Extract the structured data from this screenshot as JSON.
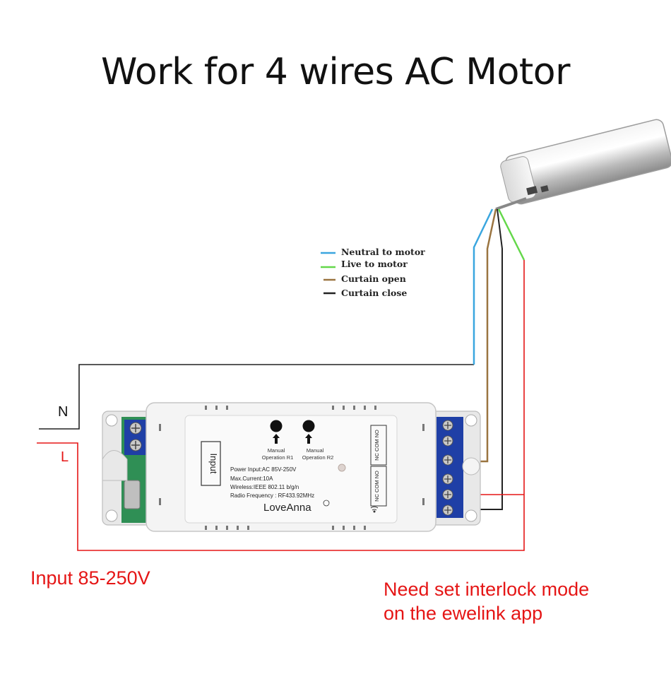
{
  "title": "Work for 4 wires AC Motor",
  "legend": [
    {
      "label": "Neutral to motor",
      "color": "#3aa6df"
    },
    {
      "label": "Live to motor",
      "color": "#64d84a"
    },
    {
      "label": "Curtain open",
      "color": "#9a7440"
    },
    {
      "label": "Curtain close",
      "color": "#222222"
    }
  ],
  "labels": {
    "neutral": "N",
    "live": "L",
    "input_range": "Input 85-250V",
    "note_line1": "Need set interlock mode",
    "note_line2": "on the ewelink app"
  },
  "device": {
    "input_label": "Input",
    "manual_r1_line1": "Manual",
    "manual_r1_line2": "Operation R1",
    "manual_r2_line1": "Manual",
    "manual_r2_line2": "Operation R2",
    "spec_power": "Power Input:AC 85V-250V",
    "spec_current": "Max.Current:10A",
    "spec_wireless": "Wireless:IEEE  802.11 b/g/n",
    "spec_radio": "Radio Frequency : RF433.92MHz",
    "brand": "LoveAnna",
    "relay1_terminals": "NC COM NO",
    "relay2_terminals": "NC COM NO"
  },
  "colors": {
    "live_wire": "#e51616",
    "neutral_wire": "#111111",
    "interlock_jumper": "#e23be0",
    "terminal_block": "#1f3fa6"
  }
}
